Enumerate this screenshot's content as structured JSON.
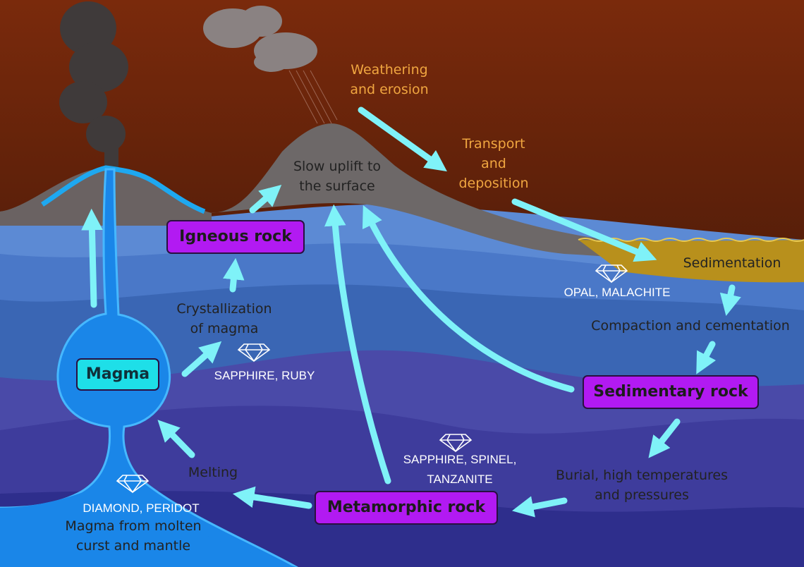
{
  "diagram": {
    "stages": {
      "igneous": "Igneous rock",
      "sedimentary": "Sedimentary rock",
      "metamorphic": "Metamorphic rock",
      "magma": "Magma"
    },
    "processes": {
      "weathering": "Weathering\nand erosion",
      "transport": "Transport\nand\ndeposition",
      "sedimentation": "Sedimentation",
      "compaction": "Compaction and cementation",
      "burial": "Burial, high temperatures\nand pressures",
      "melting": "Melting",
      "crystallization": "Crystallization\nof magma",
      "uplift": "Slow uplift to\nthe surface",
      "magma_source": "Magma from molten\ncurst and mantle"
    },
    "gemstones": {
      "igneous": "SAPPHIRE, RUBY",
      "sedimentary": "OPAL, MALACHITE",
      "metamorphic": "SAPPHIRE, SPINEL,\nTANZANITE",
      "mantle": "DIAMOND, PERIDOT"
    },
    "colors": {
      "sky": "#3a1808",
      "stage_box": "#b21af2",
      "magma_box": "#1edfe8",
      "arrow": "#7ff2f8",
      "process_orange": "#f0a640",
      "sediment": "#b8901c"
    },
    "icons": [
      "volcano-icon",
      "smoke-cloud-icon",
      "rain-cloud-icon",
      "diamond-icon"
    ]
  }
}
